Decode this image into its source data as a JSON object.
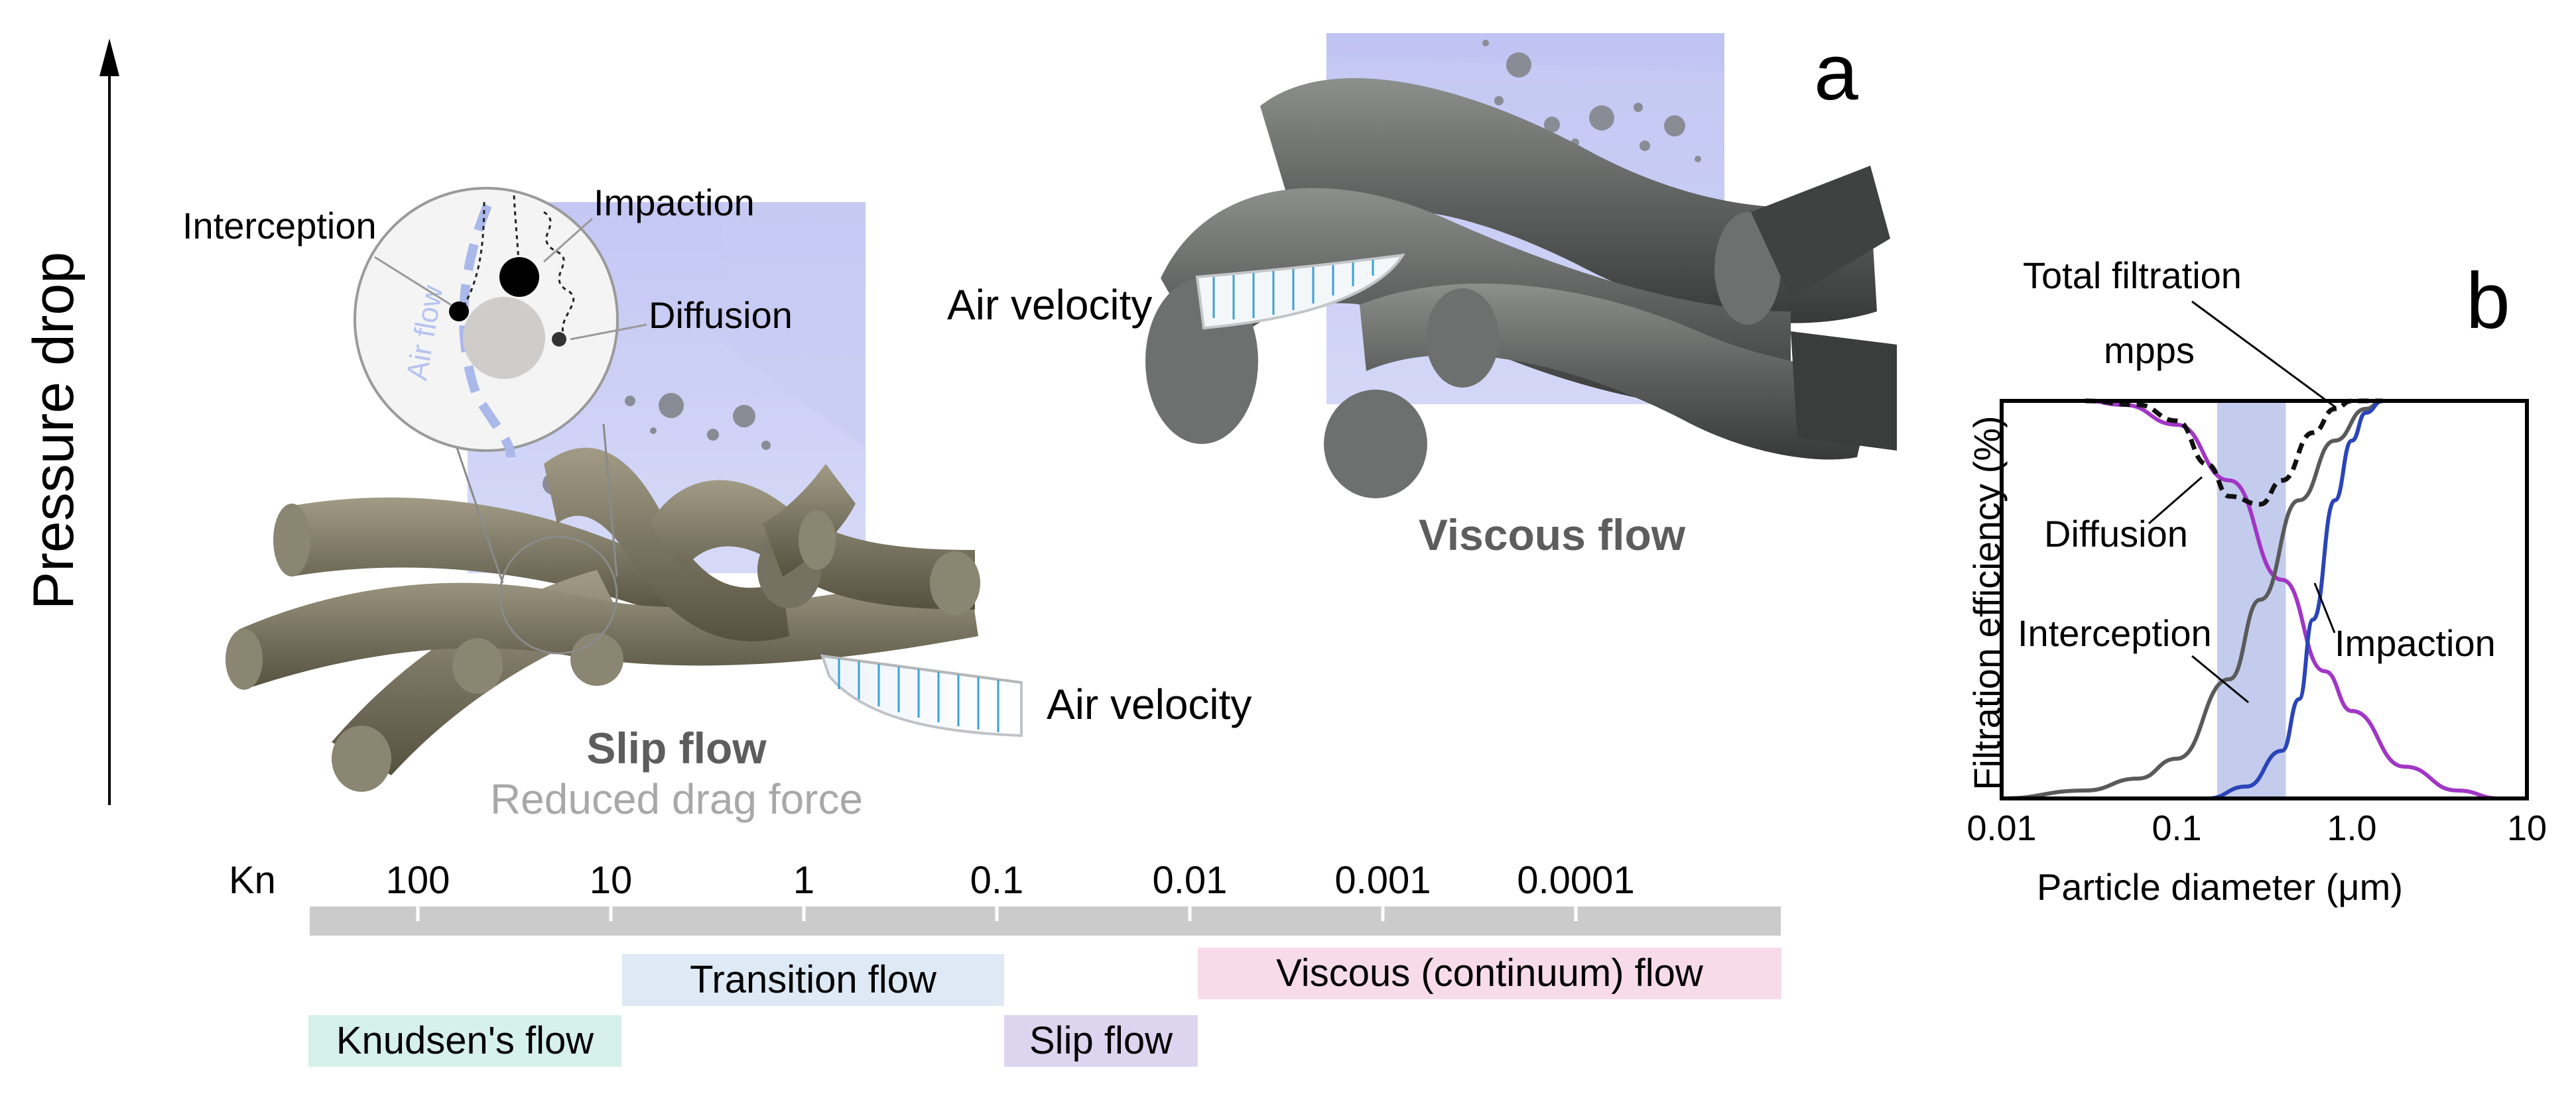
{
  "panel_a": {
    "label": "a",
    "axis_label": "Pressure drop",
    "slip_region": {
      "title": "Slip flow",
      "subtitle": "Reduced drag force",
      "air_velocity_label": "Air velocity"
    },
    "viscous_region": {
      "title": "Viscous flow",
      "air_velocity_label": "Air velocity"
    },
    "inset": {
      "interception": "Interception",
      "impaction": "Impaction",
      "diffusion": "Diffusion",
      "air_flow": "Air flow"
    },
    "kn_scale": {
      "label": "Kn",
      "ticks": [
        "100",
        "10",
        "1",
        "0.1",
        "0.01",
        "0.001",
        "0.0001"
      ]
    },
    "regimes": [
      {
        "label": "Transition flow",
        "color": "#dde9f5"
      },
      {
        "label": "Viscous (continuum) flow",
        "color": "#f7dbe9"
      },
      {
        "label": "Knudsen's flow",
        "color": "#d6f1ea"
      },
      {
        "label": "Slip flow",
        "color": "#ddd5f0"
      }
    ]
  },
  "panel_b": {
    "label": "b",
    "chart_data": {
      "type": "line",
      "xlabel": "Particle diameter (μm)",
      "ylabel": "Filtration efficiency (%)",
      "x_scale": "log",
      "xlim": [
        0.01,
        10
      ],
      "x_ticks": [
        "0.01",
        "0.1",
        "1.0",
        "10"
      ],
      "y_scale": "relative (no tick labels)",
      "highlight_band": {
        "label": "mpps",
        "x_range": [
          0.17,
          0.42
        ]
      },
      "series": [
        {
          "name": "Diffusion",
          "color": "#a136c6",
          "x": [
            0.03,
            0.05,
            0.1,
            0.2,
            0.4,
            0.7,
            1.0,
            2.0,
            4.0,
            7.0
          ],
          "y": [
            100,
            99,
            94,
            80,
            55,
            32,
            22,
            8,
            2,
            0
          ]
        },
        {
          "name": "Interception",
          "color": "#5a5a5a",
          "x": [
            0.01,
            0.03,
            0.06,
            0.1,
            0.2,
            0.3,
            0.5,
            0.8,
            1.2,
            1.5
          ],
          "y": [
            0,
            2,
            5,
            10,
            30,
            50,
            75,
            90,
            98,
            100
          ]
        },
        {
          "name": "Impaction",
          "color": "#2b45b8",
          "x": [
            0.15,
            0.25,
            0.4,
            0.5,
            0.6,
            0.8,
            1.0,
            1.2,
            1.5
          ],
          "y": [
            0,
            3,
            12,
            25,
            45,
            75,
            90,
            97,
            100
          ]
        },
        {
          "name": "Total filtration",
          "color": "#111111",
          "dashed": true,
          "x": [
            0.03,
            0.06,
            0.1,
            0.15,
            0.2,
            0.3,
            0.4,
            0.6,
            0.8,
            1.0,
            1.5
          ],
          "y": [
            100,
            99,
            95,
            84,
            76,
            74,
            80,
            92,
            98,
            100,
            100
          ]
        }
      ]
    }
  }
}
